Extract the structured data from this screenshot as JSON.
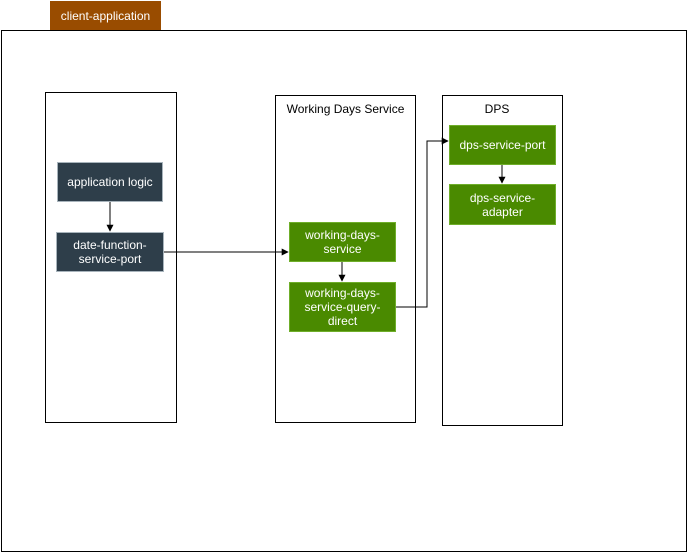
{
  "container": {
    "tab_label": "client-application"
  },
  "columns": {
    "client": {
      "title": ""
    },
    "working_days": {
      "title": "Working Days Service"
    },
    "dps": {
      "title": "DPS"
    }
  },
  "nodes": {
    "application_logic": "application logic",
    "date_function_service_port": "date-function-service-port",
    "working_days_service": "working-days-service",
    "working_days_service_query_direct": "working-days-service-query-direct",
    "dps_service_port": "dps-service-port",
    "dps_service_adapter": "dps-service-adapter"
  },
  "colors": {
    "tab": "#994c00",
    "dark_node": "#2e3e4a",
    "green_node": "#4a8a00"
  }
}
